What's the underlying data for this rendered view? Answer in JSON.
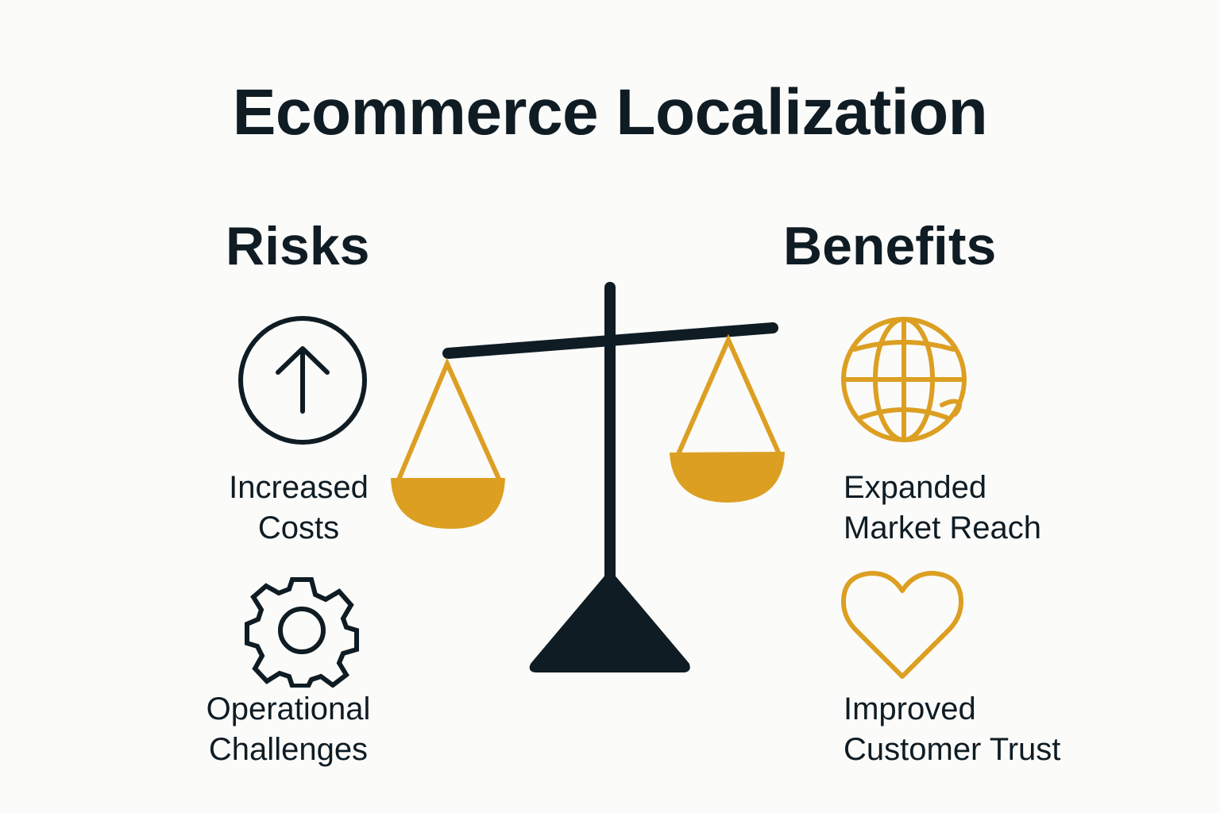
{
  "title": "Ecommerce Localization",
  "colors": {
    "background": "#fbfbf9",
    "dark": "#0f1c24",
    "accent": "#dc9f22"
  },
  "risks": {
    "heading": "Risks",
    "items": [
      {
        "icon": "arrow-up-circle-icon",
        "line1": "Increased",
        "line2": "Costs"
      },
      {
        "icon": "gear-icon",
        "line1": "Operational",
        "line2": "Challenges"
      }
    ]
  },
  "benefits": {
    "heading": "Benefits",
    "items": [
      {
        "icon": "globe-icon",
        "line1": "Expanded",
        "line2": "Market Reach"
      },
      {
        "icon": "heart-icon",
        "line1": "Improved",
        "line2": "Customer Trust"
      }
    ]
  },
  "center_graphic": {
    "icon": "balance-scale-icon",
    "tilt": "right side raised"
  }
}
